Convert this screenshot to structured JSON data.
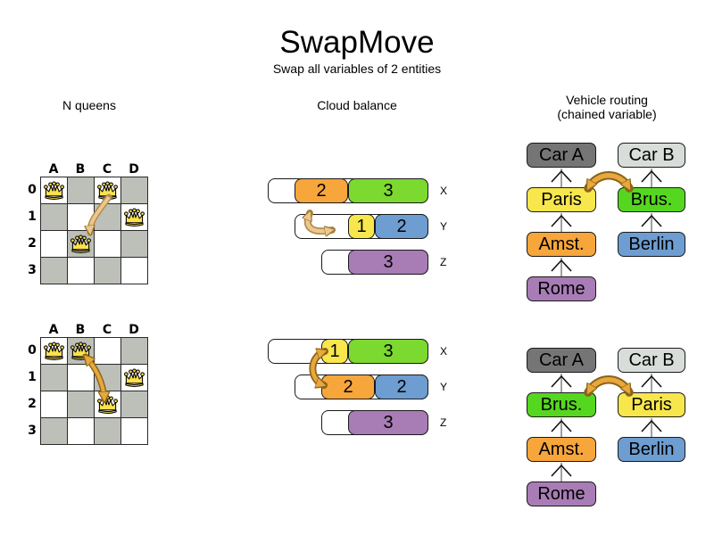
{
  "title": {
    "text": "SwapMove",
    "subtitle": "Swap all variables of 2 entities"
  },
  "colors": {
    "orange": "#f7a63c",
    "green": "#7cd92f",
    "vgreen": "#56d71f",
    "yellow": "#f7e74c",
    "blue": "#6d9dd1",
    "purple": "#a87cb5",
    "car_a": "#757575",
    "car_b": "#d9ddd9",
    "board_gray": "#bdbfb9",
    "queen_gold": "#fde14e",
    "arrow_light": "#ecc88e",
    "arrow_dark": "#e8a73f"
  },
  "nqueens": {
    "header": "N queens",
    "column_labels": [
      "A",
      "B",
      "C",
      "D"
    ],
    "row_labels": [
      "0",
      "1",
      "2",
      "3"
    ],
    "before": {
      "queens": [
        "A0",
        "C0",
        "D1",
        "B2"
      ]
    },
    "after": {
      "queens": [
        "A0",
        "B0",
        "D1",
        "C2"
      ]
    }
  },
  "cloud": {
    "header": "Cloud balance",
    "before": {
      "rows": [
        {
          "label": "X",
          "capacity": 6,
          "segments": [
            {
              "value": "2",
              "color": "orange"
            },
            {
              "value": "3",
              "color": "green"
            }
          ]
        },
        {
          "label": "Y",
          "capacity": 5,
          "segments": [
            {
              "value": "1",
              "color": "yellow"
            },
            {
              "value": "2",
              "color": "blue"
            }
          ]
        },
        {
          "label": "Z",
          "capacity": 4,
          "segments": [
            {
              "value": "3",
              "color": "purple"
            }
          ]
        }
      ]
    },
    "after": {
      "rows": [
        {
          "label": "X",
          "capacity": 6,
          "segments": [
            {
              "value": "1",
              "color": "yellow"
            },
            {
              "value": "3",
              "color": "green"
            }
          ]
        },
        {
          "label": "Y",
          "capacity": 5,
          "segments": [
            {
              "value": "2",
              "color": "orange"
            },
            {
              "value": "2",
              "color": "blue"
            }
          ]
        },
        {
          "label": "Z",
          "capacity": 4,
          "segments": [
            {
              "value": "3",
              "color": "purple"
            }
          ]
        }
      ]
    }
  },
  "vehicle": {
    "header": "Vehicle routing",
    "subheader": "(chained variable)",
    "before": {
      "left": [
        {
          "label": "Car A",
          "color": "car_a"
        },
        {
          "label": "Paris",
          "color": "yellow"
        },
        {
          "label": "Amst.",
          "color": "orange"
        },
        {
          "label": "Rome",
          "color": "purple"
        }
      ],
      "right": [
        {
          "label": "Car B",
          "color": "car_b"
        },
        {
          "label": "Brus.",
          "color": "vgreen"
        },
        {
          "label": "Berlin",
          "color": "blue"
        }
      ]
    },
    "after": {
      "left": [
        {
          "label": "Car A",
          "color": "car_a"
        },
        {
          "label": "Brus.",
          "color": "vgreen"
        },
        {
          "label": "Amst.",
          "color": "orange"
        },
        {
          "label": "Rome",
          "color": "purple"
        }
      ],
      "right": [
        {
          "label": "Car B",
          "color": "car_b"
        },
        {
          "label": "Paris",
          "color": "yellow"
        },
        {
          "label": "Berlin",
          "color": "blue"
        }
      ]
    }
  }
}
